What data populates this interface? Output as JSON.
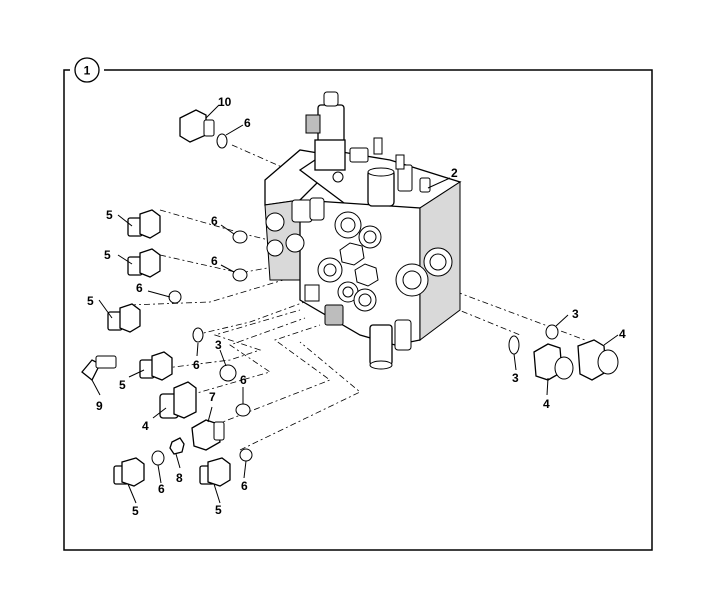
{
  "figure": {
    "index": "1",
    "callouts": {
      "c10": "10",
      "c6_top": "6",
      "c2": "2",
      "c5_a": "5",
      "c6_a": "6",
      "c5_b": "5",
      "c6_b": "6",
      "c5_c": "5",
      "c6_c": "6",
      "c6_d": "6",
      "c3_left": "3",
      "c5_d": "5",
      "c9": "9",
      "c4_left": "4",
      "c7": "7",
      "c6_e": "6",
      "c8": "8",
      "c6_f": "6",
      "c6_g": "6",
      "c5_e": "5",
      "c5_f": "5",
      "c3_right_top": "3",
      "c3_right_bot": "3",
      "c4_right_a": "4",
      "c4_right_b": "4"
    }
  }
}
